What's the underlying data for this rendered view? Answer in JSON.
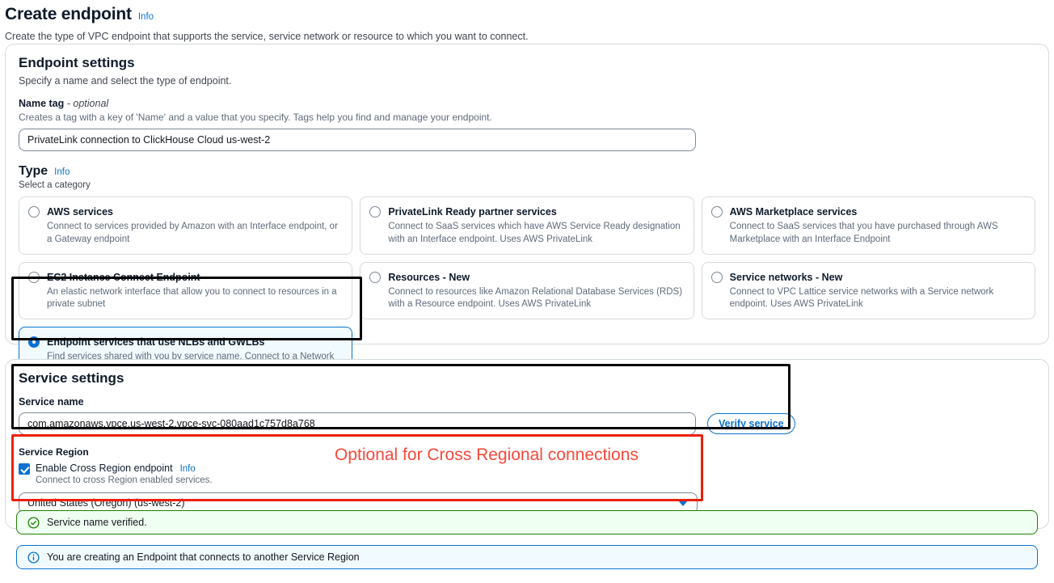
{
  "page": {
    "title": "Create endpoint",
    "info_label": "Info",
    "subtitle": "Create the type of VPC endpoint that supports the service, service network or resource to which you want to connect."
  },
  "endpoint_settings": {
    "title": "Endpoint settings",
    "description": "Specify a name and select the type of endpoint.",
    "name_tag": {
      "label": "Name tag",
      "optional_suffix": "- optional",
      "hint": "Creates a tag with a key of 'Name' and a value that you specify. Tags help you find and manage your endpoint.",
      "value": "PrivateLink connection to ClickHouse Cloud us-west-2",
      "placeholder": "Name"
    },
    "type": {
      "label": "Type",
      "info_label": "Info",
      "hint": "Select a category",
      "options": [
        {
          "id": "aws-services",
          "title": "AWS services",
          "description": "Connect to services provided by Amazon with an Interface endpoint, or a Gateway endpoint",
          "selected": false
        },
        {
          "id": "privatelink-ready-partner-services",
          "title": "PrivateLink Ready partner services",
          "description": "Connect to SaaS services which have AWS Service Ready designation with an Interface endpoint. Uses AWS PrivateLink",
          "selected": false
        },
        {
          "id": "aws-marketplace-services",
          "title": "AWS Marketplace services",
          "description": "Connect to SaaS services that you have purchased through AWS Marketplace with an Interface Endpoint",
          "selected": false
        },
        {
          "id": "ec2-instance-connect-endpoint",
          "title": "EC2 Instance Connect Endpoint",
          "description": "An elastic network interface that allow you to connect to resources in a private subnet",
          "selected": false
        },
        {
          "id": "resources",
          "title": "Resources - New",
          "description": "Connect to resources like Amazon Relational Database Services (RDS) with a Resource endpoint. Uses AWS PrivateLink",
          "selected": false
        },
        {
          "id": "service-networks",
          "title": "Service networks - New",
          "description": "Connect to VPC Lattice service networks with a Service network endpoint. Uses AWS PrivateLink",
          "selected": false
        },
        {
          "id": "endpoint-services-nlb-gwlb",
          "title": "Endpoint services that use NLBs and GWLBs",
          "description": "Find services shared with you by service name. Connect to a Network LoadBalancer (NLB) service with an Interface endpoint or to a Gateway LoadBalancer (GWLB) service with a Gateway Load Balancer endpoint",
          "selected": true
        }
      ]
    }
  },
  "service_settings": {
    "title": "Service settings",
    "service_name": {
      "label": "Service name",
      "value": "com.amazonaws.vpce.us-west-2.vpce-svc-080aad1c757d8a768",
      "placeholder": "Service name"
    },
    "verify_button": "Verify service",
    "service_region": {
      "label": "Service Region",
      "checkbox_label": "Enable Cross Region endpoint",
      "checkbox_info": "Info",
      "checkbox_checked": true,
      "checkbox_hint": "Connect to cross Region enabled services.",
      "selected_region": "United States (Oregon) (us-west-2)"
    }
  },
  "alerts": [
    {
      "id": "service-name-verified",
      "icon": "check-circle-icon",
      "text": "Service name verified."
    },
    {
      "id": "cross-region-info",
      "icon": "info-circle-icon",
      "text": "You are creating an Endpoint that connects to another Service Region"
    }
  ],
  "annotations": {
    "red_text": "Optional for Cross Regional connections"
  },
  "colors": {
    "accent_blue": "#0972d3",
    "annotation_red": "#fa483a",
    "annotation_red_border": "#ec2007",
    "annotation_black": "#000000",
    "success_green": "#1d8102"
  }
}
